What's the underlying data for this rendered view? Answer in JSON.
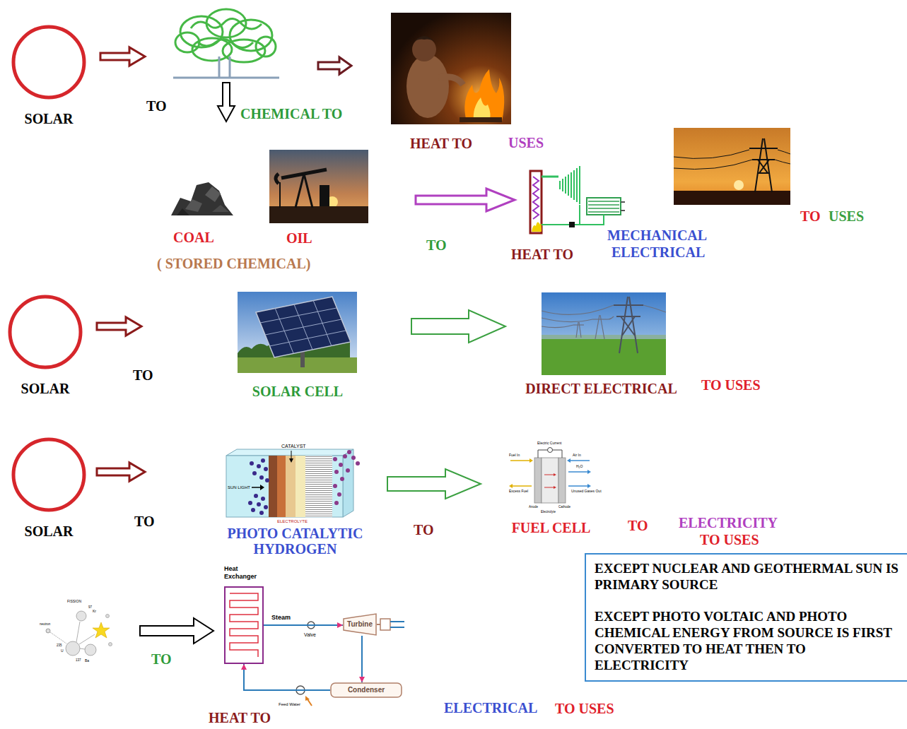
{
  "diagram": {
    "nodes": [
      {
        "text": [
          "SOLAR"
        ]
      },
      {
        "text": [
          "SOLAR"
        ]
      },
      {
        "text": [
          "SOLAR CELL"
        ]
      },
      {
        "text": [
          "DIRECT ELECTRICAL"
        ]
      },
      {
        "text": [
          "SOLAR"
        ]
      },
      {
        "text": [
          "PHOTO CATALYTIC HYDROGEN"
        ]
      },
      {
        "text": [
          "FUEL CELL"
        ]
      },
      {
        "text": [
          "Heat Exchanger"
        ]
      },
      {
        "text": [
          "Turbine"
        ]
      },
      {
        "text": [
          "Condenser"
        ]
      },
      {
        "text": [
          "EXCEPT NUCLEAR AND GEOTHERMAL SUN IS PRIMARY SOURCE",
          "EXCEPT PHOTO VOLTAIC AND PHOTO CHEMICAL ENERGY FROM SOURCE IS FIRST CONVERTED TO HEAT THEN TO ELECTRICITY"
        ]
      }
    ],
    "edges": [
      {
        "from": 1,
        "to": 2,
        "arrow": "to"
      },
      {
        "from": 2,
        "to": 3,
        "arrow": "to"
      },
      {
        "from": 4,
        "to": 5,
        "arrow": "to"
      },
      {
        "from": 5,
        "to": 6,
        "arrow": "to"
      },
      {
        "from": 7,
        "to": 8,
        "label": "Steam",
        "arrow": "to"
      },
      {
        "from": 8,
        "to": 9,
        "arrow": "to"
      },
      {
        "from": 9,
        "to": 7,
        "arrow": "to"
      }
    ],
    "labels": [
      "TO",
      "CHEMICAL TO",
      "HEAT TO",
      "USES",
      "COAL",
      "OIL",
      "( STORED CHEMICAL)",
      "TO",
      "HEAT TO",
      "MECHANICAL",
      "ELECTRICAL",
      "TO",
      "USES",
      "TO",
      "TO USES",
      "TO",
      "CATALYST",
      "SUN LIGHT",
      "ELECTROLYTE",
      "TO",
      "Electric Current",
      "Fuel In",
      "Air In",
      "H₂O",
      "Excess Fuel",
      "Unused Gases Out",
      "Anode",
      "Electrolyte",
      "Cathode",
      "TO",
      "ELECTRICITY",
      "TO USES",
      "FISSION",
      "97",
      "Kr",
      "neutron",
      "235",
      "U",
      "137",
      "Ba",
      "TO",
      "Valve",
      "Feed Water",
      "HEAT TO",
      "ELECTRICAL",
      "TO USES"
    ]
  }
}
